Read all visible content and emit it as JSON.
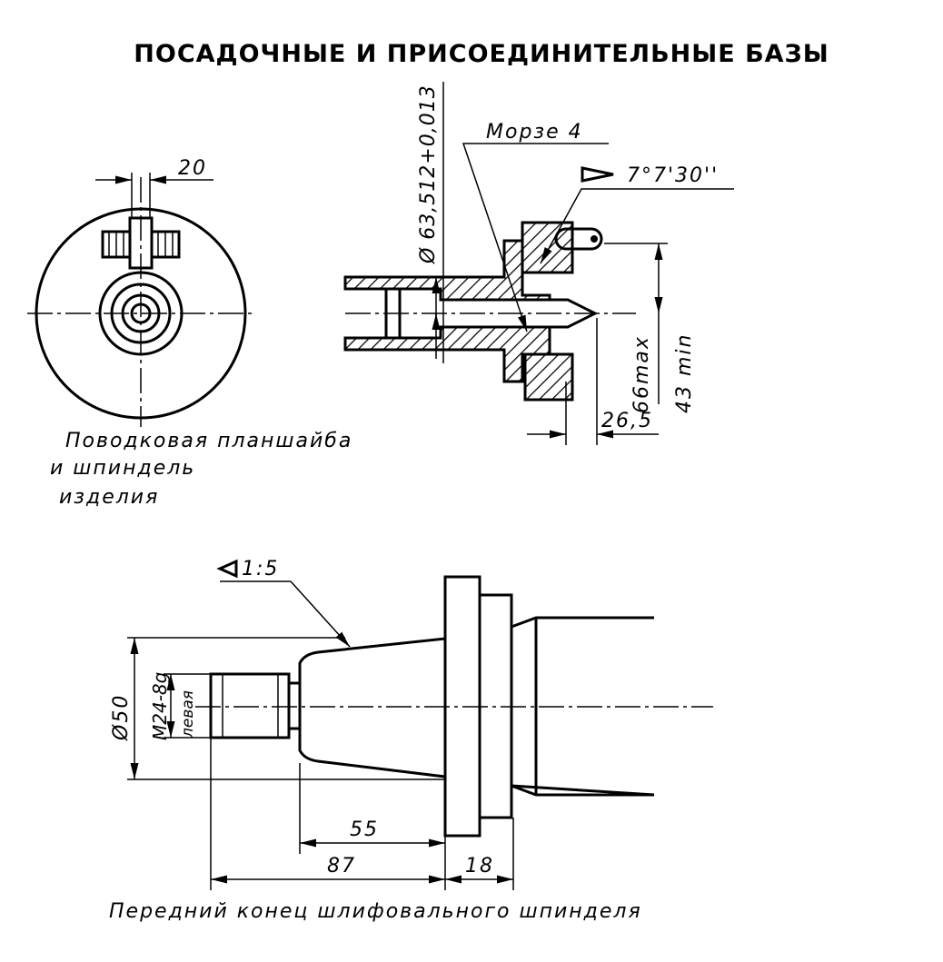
{
  "title": "ПОСАДОЧНЫЕ И ПРИСОЕДИНИТЕЛЬНЫЕ БАЗЫ",
  "faceplate_view": {
    "dim_width": "20",
    "caption_lines": [
      "Поводковая планшайба",
      "и шпиндель",
      "изделия"
    ]
  },
  "section_view": {
    "dim_diameter": "Ø 63,512+0,013",
    "taper_label": "Морзе 4",
    "angle_label": "7°7'30''",
    "dim_max": "66max",
    "dim_min": "43 min",
    "dim_offset": "26,5"
  },
  "spindle_view": {
    "taper_ratio": "1:5",
    "dim_diameter": "Ø50",
    "thread": "M24-8g",
    "thread_hand": "левая",
    "dim_55": "55",
    "dim_87": "87",
    "dim_18": "18",
    "caption": "Передний конец шлифовального шпинделя"
  }
}
